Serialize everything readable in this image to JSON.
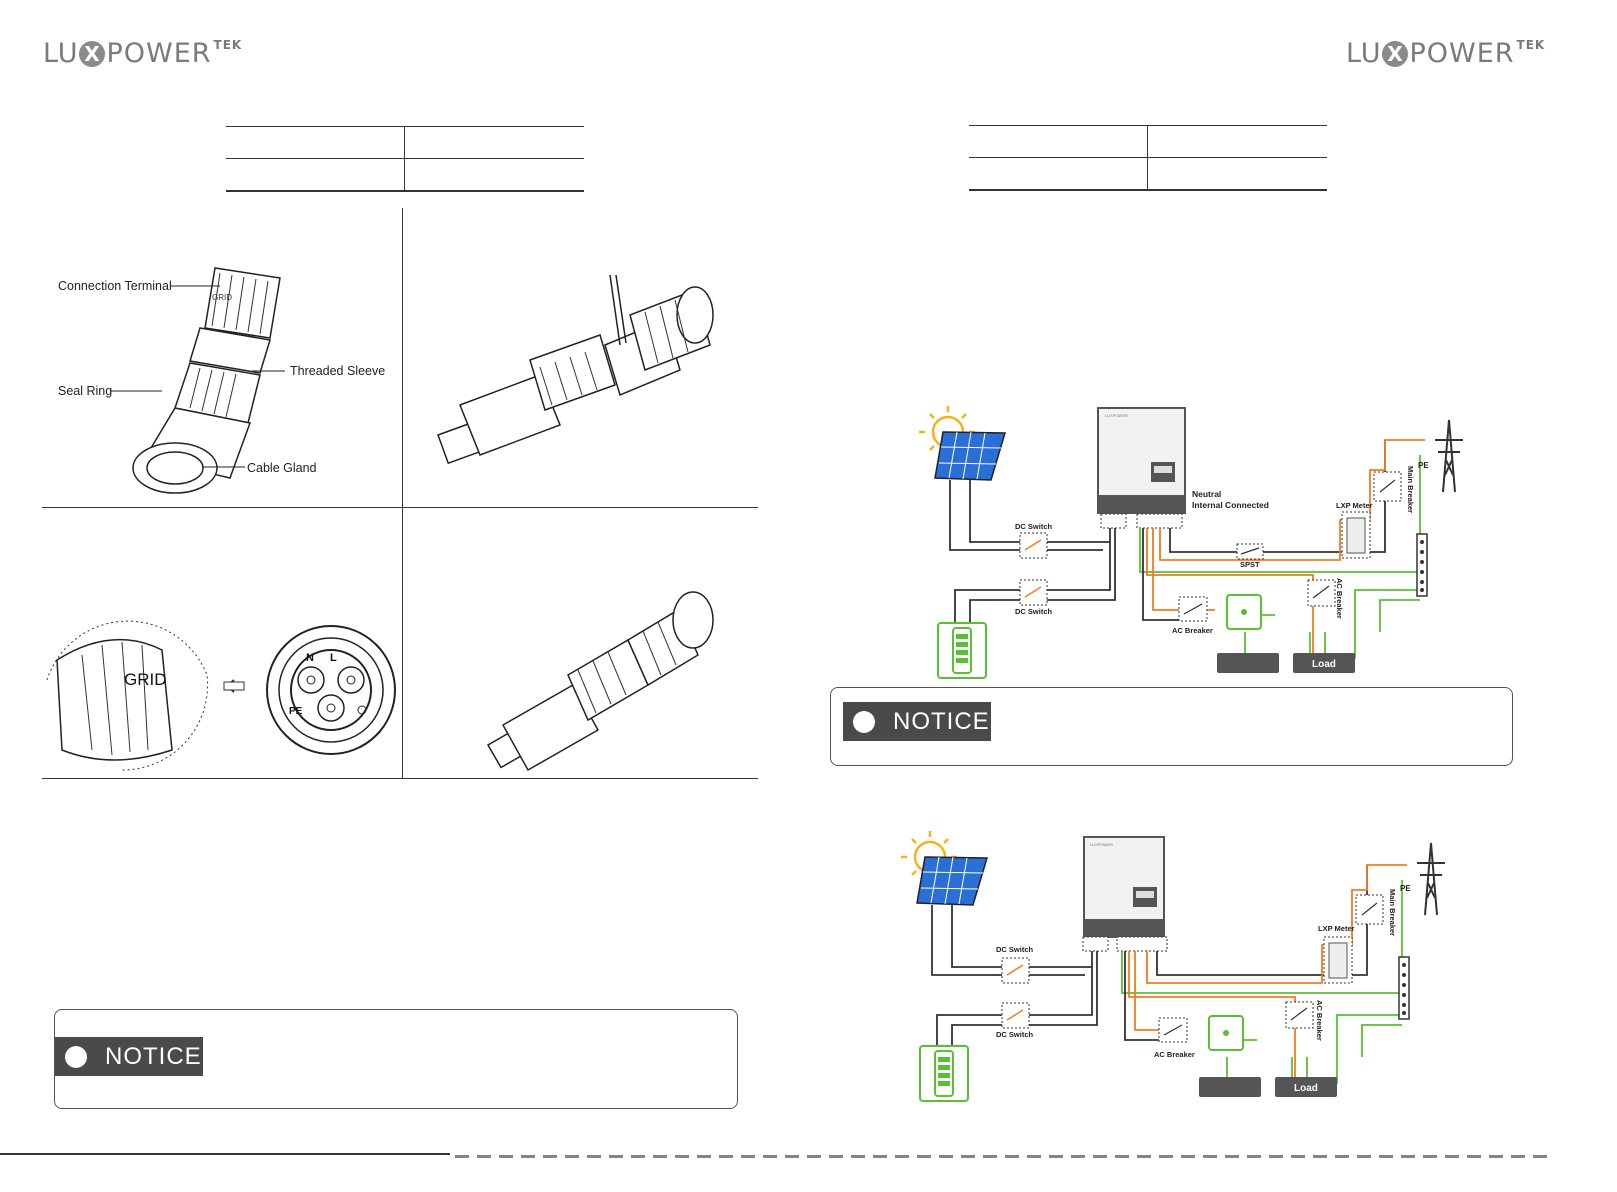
{
  "brand": {
    "lu": "LU",
    "x": "X",
    "power": "POWER",
    "tek": "TEK"
  },
  "connector_labels": {
    "connection_terminal": "Connection Terminal",
    "threaded_sleeve": "Threaded Sleeve",
    "seal_ring": "Seal Ring",
    "cable_gland": "Cable Gland"
  },
  "socket_labels": {
    "grid": "GRID",
    "n": "N",
    "l": "L",
    "pe": "PE"
  },
  "notice_label": "NOTICE",
  "diagram": {
    "neutral_line1": "Neutral",
    "neutral_line2": "Internal Connected",
    "dc_switch": "DC Switch",
    "spst": "SPST",
    "ac_breaker": "AC Breaker",
    "lxp_meter": "LXP Meter",
    "main_breaker": "Main Breaker",
    "pe": "PE",
    "load": "Load"
  }
}
